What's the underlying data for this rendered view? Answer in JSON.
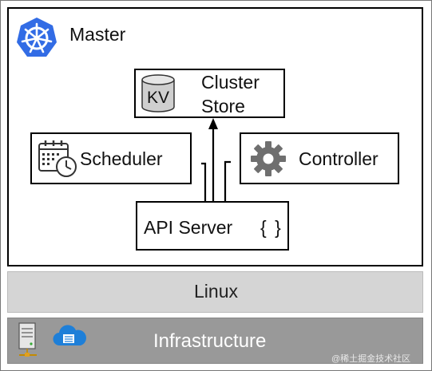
{
  "master": {
    "label": "Master",
    "logo_icon": "kubernetes-helm-icon"
  },
  "kv_store": {
    "abbrev": "KV",
    "line1": "Cluster",
    "line2": "Store",
    "icon": "database-icon"
  },
  "scheduler": {
    "label": "Scheduler",
    "icon": "calendar-clock-icon"
  },
  "controller": {
    "label": "Controller",
    "icon": "gear-icon"
  },
  "api_server": {
    "label": "API Server",
    "braces": "{ }"
  },
  "linux": {
    "label": "Linux"
  },
  "infrastructure": {
    "label": "Infrastructure",
    "icons": [
      "server-icon",
      "cloud-icon"
    ]
  },
  "watermark": {
    "text": "@稀土掘金技术社区"
  },
  "colors": {
    "kubernetes_blue": "#326ce5",
    "linux_bar": "#d5d5d5",
    "infra_bar": "#999999",
    "cloud_blue": "#1e7fd8"
  }
}
